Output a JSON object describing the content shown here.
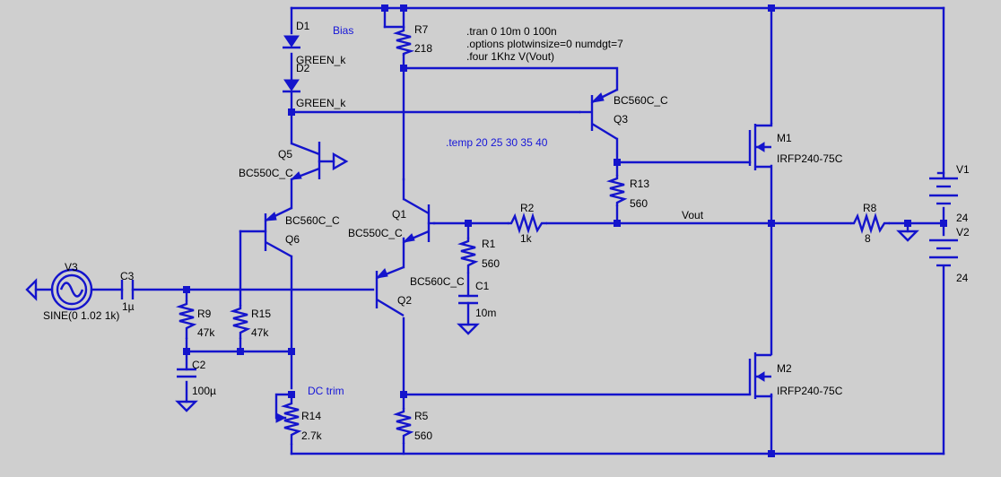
{
  "directives": {
    "line1": ".tran 0 10m 0 100n",
    "line2": ".options plotwinsize=0 numdgt=7",
    "line3": ".four 1Khz V(Vout)",
    "temp": ".temp 20 25 30 35 40"
  },
  "net_labels": {
    "bias": "Bias",
    "vout": "Vout",
    "dc_trim": "DC trim"
  },
  "components": {
    "D1": {
      "name": "D1",
      "value": "GREEN_k"
    },
    "D2": {
      "name": "D2",
      "value": "GREEN_k"
    },
    "R7": {
      "name": "R7",
      "value": "218"
    },
    "Q5": {
      "name": "Q5",
      "value": "BC550C_C"
    },
    "Q6": {
      "name": "Q6",
      "value": "BC560C_C"
    },
    "Q1": {
      "name": "Q1",
      "value": "BC550C_C"
    },
    "Q2": {
      "name": "Q2",
      "value": "BC560C_C"
    },
    "Q3": {
      "name": "Q3",
      "value": "BC560C_C"
    },
    "R13": {
      "name": "R13",
      "value": "560"
    },
    "R2": {
      "name": "R2",
      "value": "1k"
    },
    "R1": {
      "name": "R1",
      "value": "560"
    },
    "C1": {
      "name": "C1",
      "value": "10m"
    },
    "M1": {
      "name": "M1",
      "value": "IRFP240-75C"
    },
    "M2": {
      "name": "M2",
      "value": "IRFP240-75C"
    },
    "R8": {
      "name": "R8",
      "value": "8"
    },
    "V1": {
      "name": "V1",
      "value": "24"
    },
    "V2": {
      "name": "V2",
      "value": "24"
    },
    "V3": {
      "name": "V3",
      "value": "SINE(0 1.02 1k)"
    },
    "C3": {
      "name": "C3",
      "value": "1µ"
    },
    "R9": {
      "name": "R9",
      "value": "47k"
    },
    "R15": {
      "name": "R15",
      "value": "47k"
    },
    "C2": {
      "name": "C2",
      "value": "100µ"
    },
    "R14": {
      "name": "R14",
      "value": "2.7k"
    },
    "R5": {
      "name": "R5",
      "value": "560"
    }
  },
  "colors": {
    "wire": "#1414cc",
    "background": "#cfcfcf",
    "net_label": "#1616d8"
  }
}
